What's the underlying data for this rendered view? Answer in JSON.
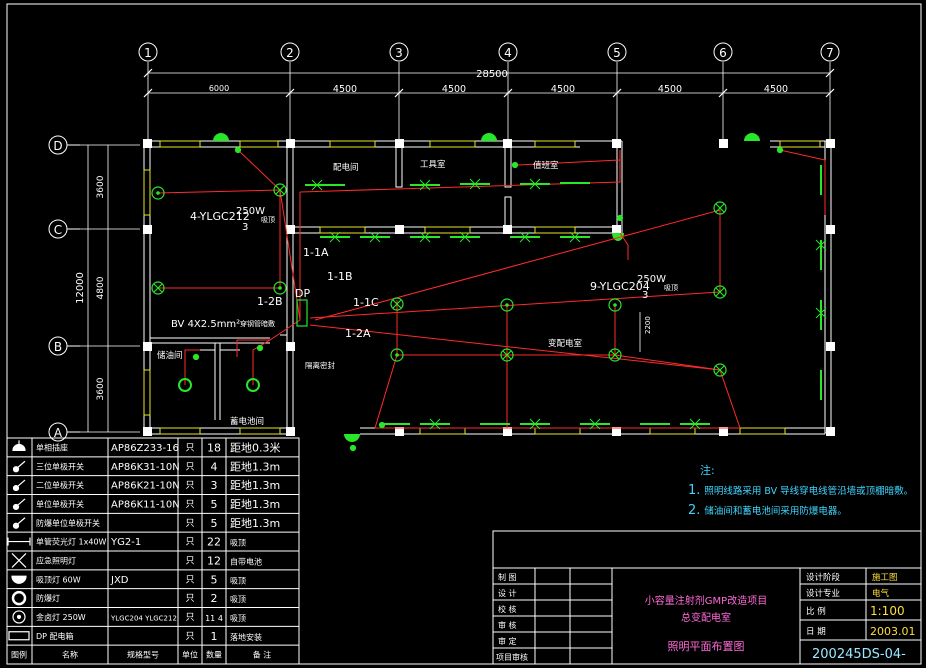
{
  "dimensions": {
    "total": "28500",
    "spans": [
      "6000",
      "4500",
      "4500",
      "4500",
      "4500",
      "4500"
    ],
    "vertical_total": "12000",
    "vertical_spans": [
      "3600",
      "4800",
      "3600"
    ]
  },
  "axes": {
    "columns": [
      "1",
      "2",
      "3",
      "4",
      "5",
      "6",
      "7"
    ],
    "rows": [
      "D",
      "C",
      "B",
      "A"
    ]
  },
  "rooms": {
    "peidian": "配电间",
    "gongju": "工具室",
    "zhibei": "值班室",
    "biandian": "变配电室",
    "chuyou": "储油间",
    "xudian": "蓄电池间",
    "geli": "隔离密封"
  },
  "annotations": {
    "lamp_a_count": "4-YLGC212",
    "lamp_a_watt": "250W",
    "lamp_a_h": "3",
    "lamp_a_note": "吸顶",
    "circuit_1a": "1-1A",
    "circuit_1b": "1-1B",
    "circuit_1c": "1-1C",
    "circuit_2a": "1-2A",
    "circuit_2b": "1-2B",
    "dp": "DP",
    "cable": "BV 4X2.5mm²",
    "cable_note": "穿钢管暗敷",
    "lamp_b_count": "9-YLGC204",
    "lamp_b_watt": "250W",
    "lamp_b_h": "3",
    "lamp_b_note": "吸顶",
    "height_2200": "2200"
  },
  "legend": {
    "header": [
      "图例",
      "名称",
      "规格型号",
      "单位",
      "数量",
      "备 注"
    ],
    "rows": [
      {
        "icon": "socket",
        "name": "单相插座",
        "model": "AP86Z233-16",
        "unit": "只",
        "qty": "18",
        "note": "距地0.3米"
      },
      {
        "icon": "switch3",
        "name": "三位单极开关",
        "model": "AP86K31-10N",
        "unit": "只",
        "qty": "4",
        "note": "距地1.3m"
      },
      {
        "icon": "switch2",
        "name": "二位单极开关",
        "model": "AP86K21-10N",
        "unit": "只",
        "qty": "3",
        "note": "距地1.3m"
      },
      {
        "icon": "switch1",
        "name": "单位单极开关",
        "model": "AP86K11-10N",
        "unit": "只",
        "qty": "5",
        "note": "距地1.3m"
      },
      {
        "icon": "switchex",
        "name": "防爆单位单极开关",
        "model": "",
        "unit": "只",
        "qty": "5",
        "note": "距地1.3m"
      },
      {
        "icon": "tube",
        "name": "单管荧光灯 1x40W",
        "model": "YG2-1",
        "unit": "只",
        "qty": "22",
        "note": "吸顶"
      },
      {
        "icon": "emergency",
        "name": "应急照明灯",
        "model": "",
        "unit": "只",
        "qty": "12",
        "note": "自带电池"
      },
      {
        "icon": "ceiling",
        "name": "吸顶灯 60W",
        "model": "JXD",
        "unit": "只",
        "qty": "5",
        "note": "吸顶"
      },
      {
        "icon": "exlamp",
        "name": "防爆灯",
        "model": "",
        "unit": "只",
        "qty": "2",
        "note": "吸顶"
      },
      {
        "icon": "hid",
        "name": "金卤灯 250W",
        "model": "YLGC204 YLGC212",
        "unit": "只",
        "qty": "11 4",
        "note": "吸顶"
      },
      {
        "icon": "panel",
        "name": "DP 配电箱",
        "model": "",
        "unit": "只",
        "qty": "1",
        "note": "落地安装"
      }
    ]
  },
  "notes": {
    "heading": "注:",
    "items": [
      {
        "num": "1.",
        "text": "照明线路采用 BV 导线穿电线管沿墙或顶棚暗敷。"
      },
      {
        "num": "2.",
        "text": "储油间和蓄电池间采用防爆电器。"
      }
    ]
  },
  "title_block": {
    "labels": [
      "制 图",
      "设 计",
      "校 核",
      "审 核",
      "审 定",
      "项目审核"
    ],
    "project": "小容量注射剂GMP改造项目",
    "subproject": "总变配电室",
    "drawing_title": "照明平面布置图",
    "phase_label": "设计阶段",
    "phase": "施工图",
    "discipline_label": "设计专业",
    "discipline": "电气",
    "scale_label": "比 例",
    "scale": "1:100",
    "date_label": "日 期",
    "date": "2003.01",
    "drawing_no": "200245DS-04-"
  },
  "colors": {
    "wall": "#ffffff",
    "wiring": "#ff2a2a",
    "fixture": "#28e628",
    "window": "#e6e628",
    "note": "#3fd6ff",
    "background": "#000000"
  }
}
